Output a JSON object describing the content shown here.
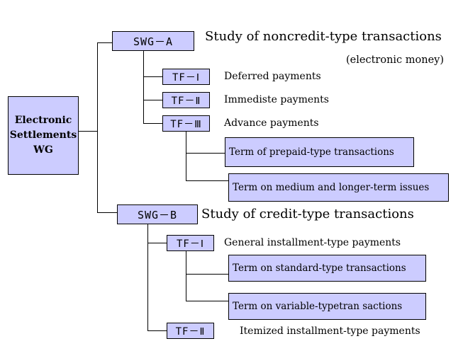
{
  "root": {
    "label_line1": "Electronic",
    "label_line2": "Settlements",
    "label_line3": "WG"
  },
  "swg_a": {
    "label": "SWG－A",
    "title": "Study of noncredit-type transactions",
    "subtitle": "(electronic money)",
    "tf1": {
      "label": "TF－Ⅰ",
      "desc": "Deferred payments"
    },
    "tf2": {
      "label": "TF－Ⅱ",
      "desc": "Immediste payments"
    },
    "tf3": {
      "label": "TF－Ⅲ",
      "desc": "Advance payments",
      "terms": [
        "Term of prepaid-type transactions",
        "Term on medium and longer-term issues"
      ]
    }
  },
  "swg_b": {
    "label": "SWG－B",
    "title": "Study of credit-type transactions",
    "tf1": {
      "label": "TF－Ⅰ",
      "desc": "General installment-type payments",
      "terms": [
        "Term on standard-type transactions",
        "Term on variable-typetran sactions"
      ]
    },
    "tf2": {
      "label": "TF－Ⅱ",
      "desc": "Itemized installment-type payments"
    }
  }
}
